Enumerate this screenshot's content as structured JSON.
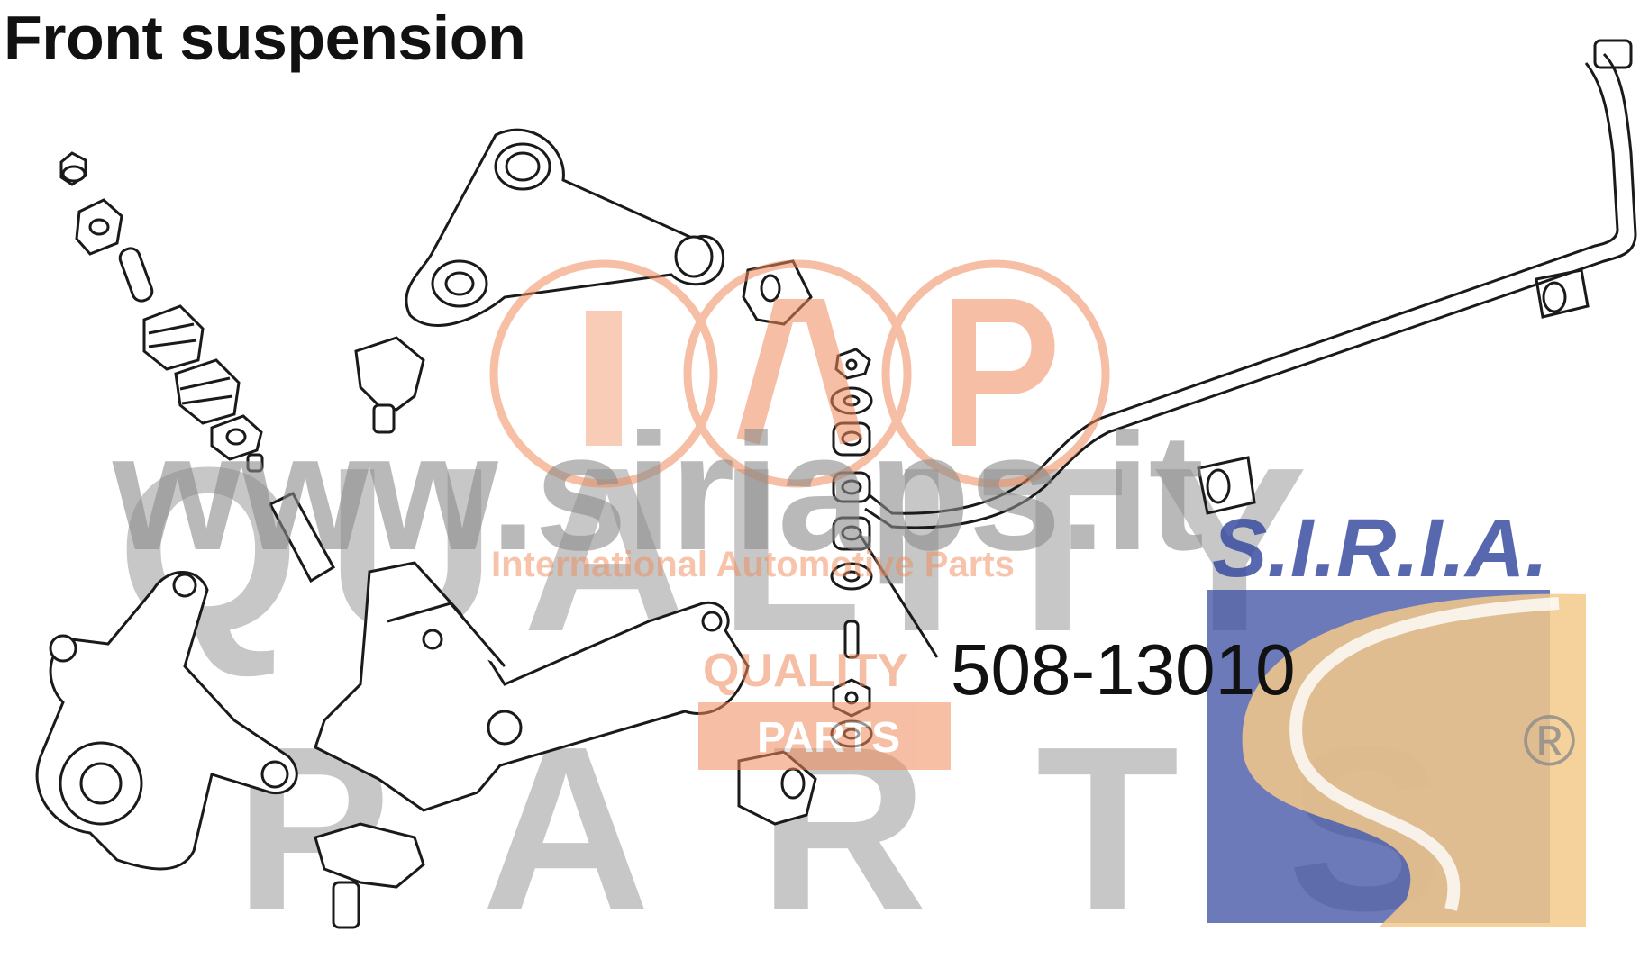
{
  "title": "Front suspension",
  "part_number": "508-13010",
  "watermark": {
    "url": "www.siriaps.it",
    "tagline": "International Automotive Parts",
    "brand": "S.I.R.I.A.",
    "background_words": [
      "QUALITY",
      "PARTS"
    ],
    "badge_line1": "QUALITY",
    "badge_line2": "PARTS",
    "registered": "®"
  },
  "colors": {
    "line": "#1a1a1a",
    "watermark_grey": "#8c8c8c",
    "watermark_orange": "#f08a5a",
    "brand_blue": "#3b4ea1",
    "brand_gold": "#f0a830"
  },
  "icons": {
    "strut_assembly": "shock-absorber-stack-icon",
    "upper_arm": "upper-control-arm-icon",
    "steering_knuckle": "steering-knuckle-icon",
    "lower_arm": "lower-control-arm-icon",
    "stabilizer_bar": "stabilizer-bar-icon",
    "link_kit": "stabilizer-link-kit-icon"
  }
}
